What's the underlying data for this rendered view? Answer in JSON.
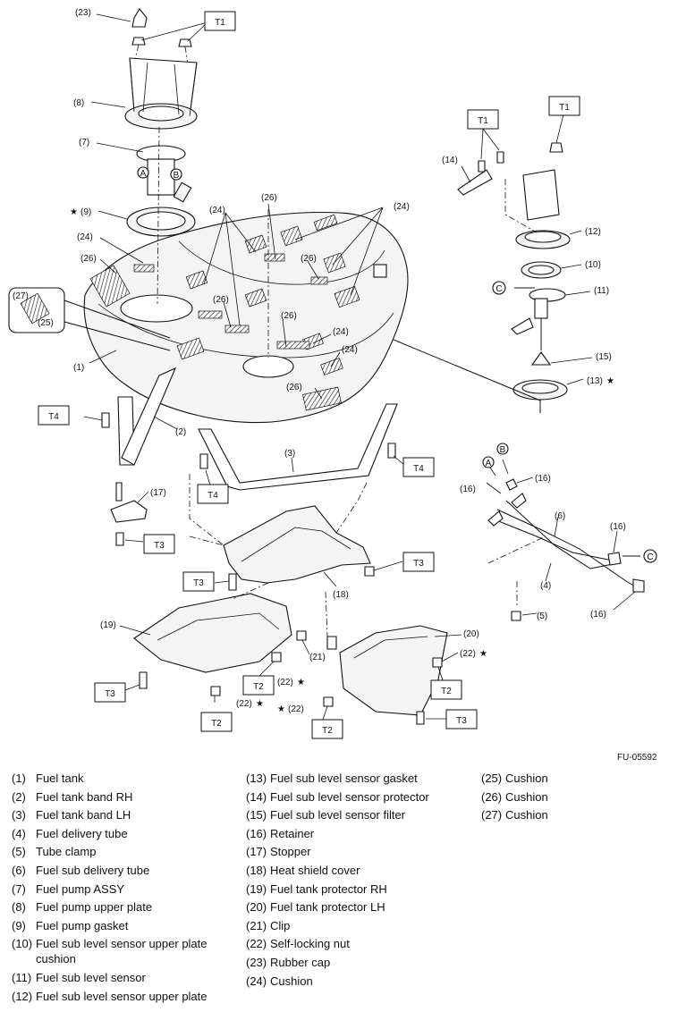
{
  "diagram": {
    "figure_code": "FU-05592",
    "torque_labels": {
      "t1": "T1",
      "t2": "T2",
      "t3": "T3",
      "t4": "T4"
    },
    "callouts": {
      "c1": "(1)",
      "c2": "(2)",
      "c3": "(3)",
      "c4": "(4)",
      "c5": "(5)",
      "c6": "(6)",
      "c7": "(7)",
      "c8": "(8)",
      "c9": "(9)",
      "c10": "(10)",
      "c11": "(11)",
      "c12": "(12)",
      "c13": "(13)",
      "c14": "(14)",
      "c15": "(15)",
      "c16": "(16)",
      "c17": "(17)",
      "c18": "(18)",
      "c19": "(19)",
      "c20": "(20)",
      "c21": "(21)",
      "c22": "(22)",
      "c23": "(23)",
      "c24": "(24)",
      "c25": "(25)",
      "c26": "(26)",
      "c27": "(27)"
    },
    "connector_marks": {
      "a": "A",
      "b": "B",
      "c": "C"
    },
    "star": "★"
  },
  "legend": [
    {
      "num": "(1)",
      "name": "Fuel tank"
    },
    {
      "num": "(2)",
      "name": "Fuel tank band RH"
    },
    {
      "num": "(3)",
      "name": "Fuel tank band LH"
    },
    {
      "num": "(4)",
      "name": "Fuel delivery tube"
    },
    {
      "num": "(5)",
      "name": "Tube clamp"
    },
    {
      "num": "(6)",
      "name": "Fuel sub delivery tube"
    },
    {
      "num": "(7)",
      "name": "Fuel pump ASSY"
    },
    {
      "num": "(8)",
      "name": "Fuel pump upper plate"
    },
    {
      "num": "(9)",
      "name": "Fuel pump gasket"
    },
    {
      "num": "(10)",
      "name": "Fuel sub level sensor upper plate cushion"
    },
    {
      "num": "(11)",
      "name": "Fuel sub level sensor"
    },
    {
      "num": "(12)",
      "name": "Fuel sub level sensor upper plate"
    },
    {
      "num": "(13)",
      "name": "Fuel sub level sensor gasket"
    },
    {
      "num": "(14)",
      "name": "Fuel sub level sensor protector"
    },
    {
      "num": "(15)",
      "name": "Fuel sub level sensor filter"
    },
    {
      "num": "(16)",
      "name": "Retainer"
    },
    {
      "num": "(17)",
      "name": "Stopper"
    },
    {
      "num": "(18)",
      "name": "Heat shield cover"
    },
    {
      "num": "(19)",
      "name": "Fuel tank protector RH"
    },
    {
      "num": "(20)",
      "name": "Fuel tank protector LH"
    },
    {
      "num": "(21)",
      "name": "Clip"
    },
    {
      "num": "(22)",
      "name": "Self-locking nut"
    },
    {
      "num": "(23)",
      "name": "Rubber cap"
    },
    {
      "num": "(24)",
      "name": "Cushion"
    },
    {
      "num": "(25)",
      "name": "Cushion"
    },
    {
      "num": "(26)",
      "name": "Cushion"
    },
    {
      "num": "(27)",
      "name": "Cushion"
    }
  ]
}
